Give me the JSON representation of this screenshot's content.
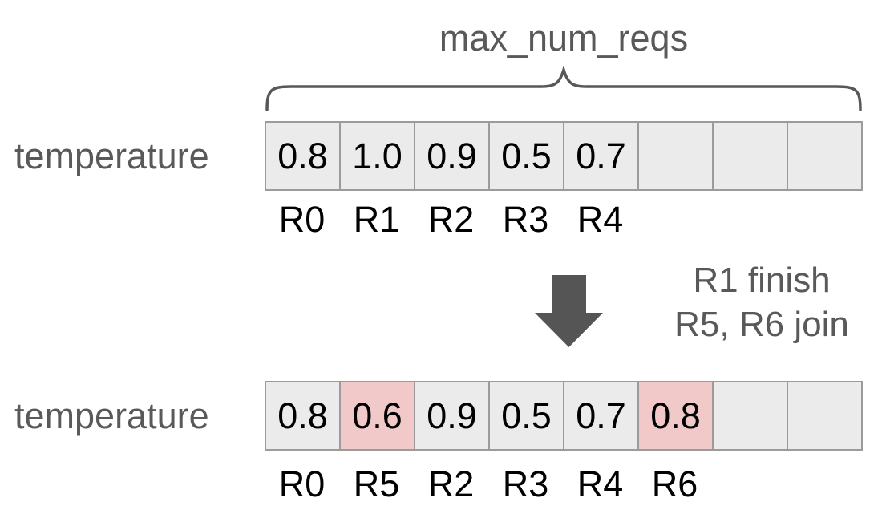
{
  "diagram": {
    "brace_label": "max_num_reqs",
    "transition": {
      "line1": "R1 finish",
      "line2": "R5, R6 join"
    },
    "rows": [
      {
        "label": "temperature",
        "cells": [
          {
            "value": "0.8",
            "req": "R0",
            "highlight": false
          },
          {
            "value": "1.0",
            "req": "R1",
            "highlight": false
          },
          {
            "value": "0.9",
            "req": "R2",
            "highlight": false
          },
          {
            "value": "0.5",
            "req": "R3",
            "highlight": false
          },
          {
            "value": "0.7",
            "req": "R4",
            "highlight": false
          },
          {
            "value": "",
            "req": "",
            "highlight": false
          },
          {
            "value": "",
            "req": "",
            "highlight": false
          },
          {
            "value": "",
            "req": "",
            "highlight": false
          }
        ]
      },
      {
        "label": "temperature",
        "cells": [
          {
            "value": "0.8",
            "req": "R0",
            "highlight": false
          },
          {
            "value": "0.6",
            "req": "R5",
            "highlight": true
          },
          {
            "value": "0.9",
            "req": "R2",
            "highlight": false
          },
          {
            "value": "0.5",
            "req": "R3",
            "highlight": false
          },
          {
            "value": "0.7",
            "req": "R4",
            "highlight": false
          },
          {
            "value": "0.8",
            "req": "R6",
            "highlight": true
          },
          {
            "value": "",
            "req": "",
            "highlight": false
          },
          {
            "value": "",
            "req": "",
            "highlight": false
          }
        ]
      }
    ],
    "colors": {
      "cell_fill": "#ebebeb",
      "cell_highlight_fill": "#f0c9c8",
      "cell_border": "#9b9b9b",
      "muted_text": "#595959",
      "value_text": "#000000",
      "arrow": "#555555",
      "brace": "#58585a"
    }
  }
}
